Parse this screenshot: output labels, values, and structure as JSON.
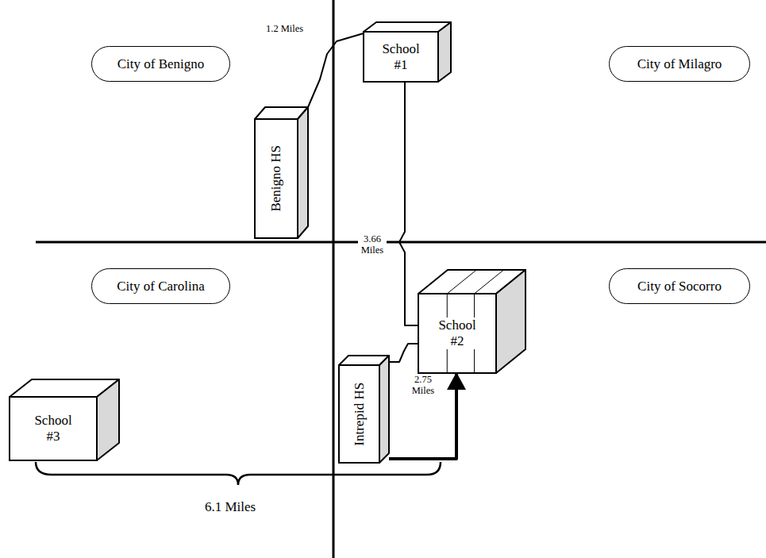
{
  "diagram": {
    "nodes": [
      {
        "text": [
          "City of Benigno"
        ]
      },
      {
        "text": [
          "School #1"
        ]
      },
      {
        "text": [
          "City of Milagro"
        ]
      },
      {
        "text": [
          "Benigno HS"
        ]
      },
      {
        "text": [
          "City of Carolina"
        ]
      },
      {
        "text": [
          "School #2"
        ]
      },
      {
        "text": [
          "City of Socorro"
        ]
      },
      {
        "text": [
          "Intrepid HS"
        ]
      },
      {
        "text": [
          "School #3"
        ]
      }
    ],
    "edges": [
      {
        "from": 3,
        "to": 1,
        "arrow": "none",
        "label": "1.2 Miles"
      },
      {
        "from": 1,
        "to": 5,
        "arrow": "none",
        "label": "3.66 Miles"
      },
      {
        "from": 7,
        "to": 5,
        "arrow": "none",
        "label": "2.75 Miles"
      },
      {
        "from": 7,
        "to": 5,
        "arrow": "to"
      }
    ],
    "labels": [
      "6.1 Miles"
    ]
  }
}
